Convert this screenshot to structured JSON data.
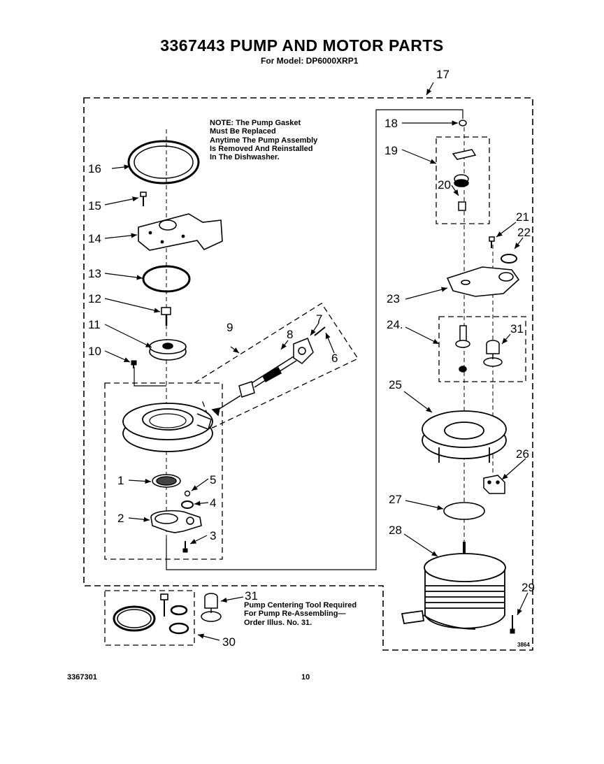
{
  "header": {
    "title": "3367443 PUMP AND MOTOR PARTS",
    "subtitle": "For Model: DP6000XRP1"
  },
  "note": {
    "lines": [
      "NOTE: The Pump Gasket",
      "Must Be Replaced",
      "Anytime The Pump Assembly",
      "Is Removed And Reinstalled",
      "In The Dishwasher."
    ]
  },
  "tool_note": {
    "lines": [
      "Pump Centering Tool Required",
      "For Pump Re-Assembling—",
      "Order Illus. No. 31."
    ]
  },
  "footer": {
    "doc_number": "3367301",
    "page_number": "10",
    "art_code": "3864"
  },
  "callouts": {
    "c1": "1",
    "c2": "2",
    "c3": "3",
    "c4": "4",
    "c5": "5",
    "c6": "6",
    "c7": "7",
    "c8": "8",
    "c9": "9",
    "c10": "10",
    "c11": "11",
    "c12": "12",
    "c13": "13",
    "c14": "14",
    "c15": "15",
    "c16": "16",
    "c17": "17",
    "c18": "18",
    "c19": "19",
    "c20": "20",
    "c21": "21",
    "c22": "22",
    "c23": "23",
    "c24": "24.",
    "c25": "25",
    "c26": "26",
    "c27": "27",
    "c28": "28",
    "c29": "29",
    "c30": "30",
    "c31a": "31",
    "c31b": "31"
  }
}
